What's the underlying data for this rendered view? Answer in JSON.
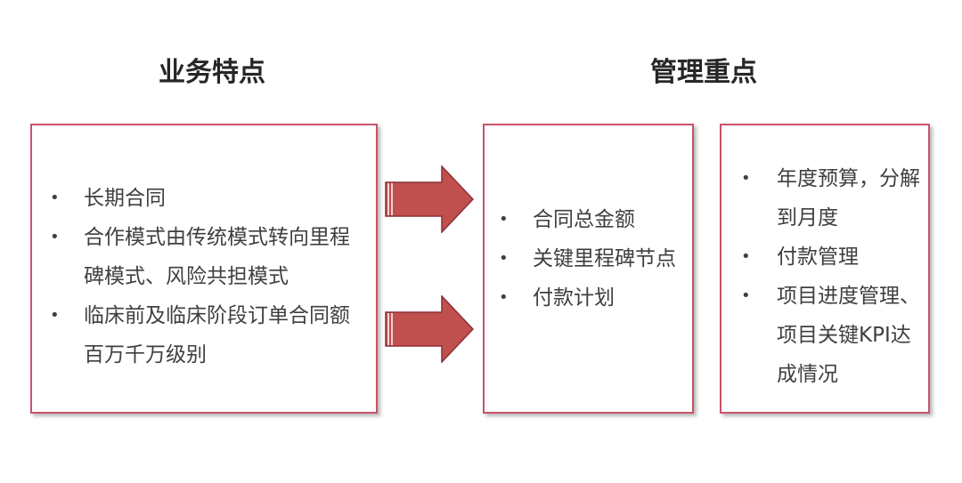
{
  "headings": {
    "left": "业务特点",
    "right": "管理重点"
  },
  "left_box": {
    "items": [
      "长期合同",
      "合作模式由传统模式转向里程碑模式、风险共担模式",
      "临床前及临床阶段订单合同额百万千万级别"
    ]
  },
  "middle_box": {
    "items": [
      "合同总金额",
      "关键里程碑节点",
      "付款计划"
    ]
  },
  "right_box": {
    "items": [
      "年度预算，分解到月度",
      "付款管理",
      "项目进度管理、项目关键KPI达成情况"
    ]
  },
  "bullet_symbol": "•",
  "colors": {
    "box_border": "#c9526a",
    "arrow_fill": "#c0504d",
    "arrow_stroke": "#8c2f38"
  }
}
